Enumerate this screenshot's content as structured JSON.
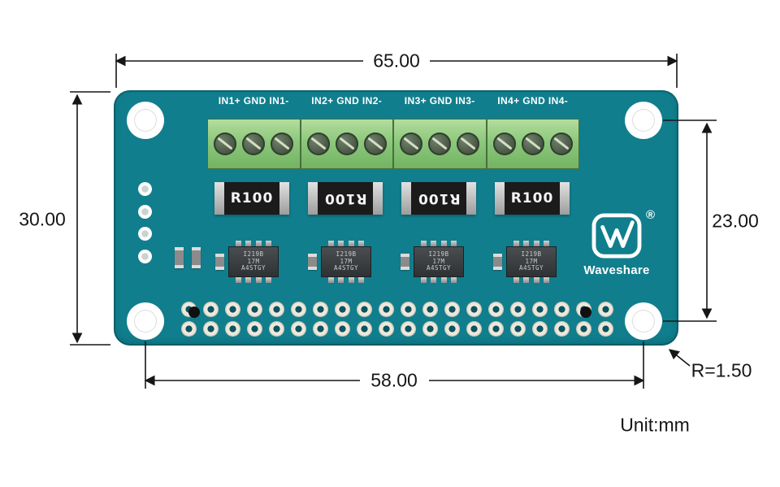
{
  "annotations": {
    "width_total": "65.00",
    "height_total": "30.00",
    "hole_spacing_vertical": "23.00",
    "hole_spacing_horizontal": "58.00",
    "corner_radius": "R=1.50",
    "unit": "Unit:mm"
  },
  "board": {
    "terminal_labels": [
      "IN1+ GND IN1-",
      "IN2+ GND IN2-",
      "IN3+ GND IN3-",
      "IN4+ GND IN4-"
    ],
    "resistors": [
      {
        "label": "R100",
        "orientation": "normal"
      },
      {
        "label": "R100",
        "orientation": "flipped"
      },
      {
        "label": "R100",
        "orientation": "flipped"
      },
      {
        "label": "R100",
        "orientation": "normal"
      }
    ],
    "ic_marking": [
      "I219B",
      "17M",
      "A4STGY"
    ],
    "brand": "Waveshare",
    "registered_mark": "®",
    "colors": {
      "pcb": "#107e8d",
      "terminal_green": "#8cc87c",
      "silk_white": "#ffffff",
      "dimension_ink": "#161616"
    },
    "header": {
      "rows": 2,
      "cols": 20
    },
    "screws_per_block": 3,
    "side_holes": 4,
    "ic_pins_per_side": 4
  }
}
